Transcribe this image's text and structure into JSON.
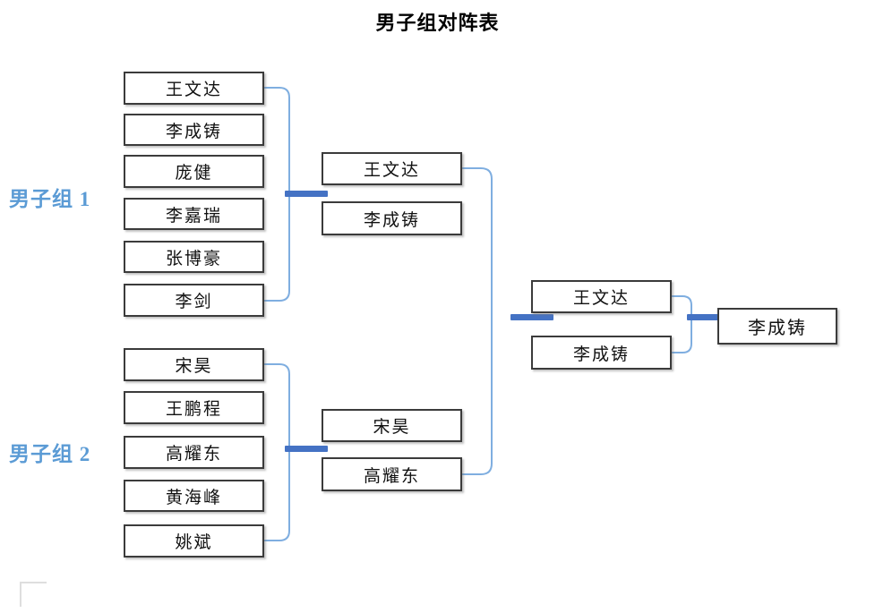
{
  "title": "男子组对阵表",
  "colors": {
    "group_label": "#5B9BD5",
    "connector_thin": "#7FAEE0",
    "connector_joint": "#4472C4",
    "box_border": "#3B3B3B",
    "background": "#FFFFFF"
  },
  "groups": [
    {
      "label": "男子组 1"
    },
    {
      "label": "男子组 2"
    }
  ],
  "chart_data": {
    "type": "bracket",
    "title": "男子组对阵表",
    "rounds": [
      {
        "name": "round-1",
        "entries": [
          "王文达",
          "李成铸",
          "庞健",
          "李嘉瑞",
          "张博豪",
          "李剑",
          "宋昊",
          "王鹏程",
          "高耀东",
          "黄海峰",
          "姚斌"
        ]
      },
      {
        "name": "round-2",
        "entries": [
          "王文达",
          "李成铸",
          "宋昊",
          "高耀东"
        ]
      },
      {
        "name": "round-3",
        "entries": [
          "王文达",
          "李成铸"
        ]
      },
      {
        "name": "final",
        "entries": [
          "李成铸"
        ]
      }
    ]
  },
  "round1": {
    "group1": [
      {
        "name": "王文达"
      },
      {
        "name": "李成铸"
      },
      {
        "name": "庞健"
      },
      {
        "name": "李嘉瑞"
      },
      {
        "name": "张博豪"
      },
      {
        "name": "李剑"
      }
    ],
    "group2": [
      {
        "name": "宋昊"
      },
      {
        "name": "王鹏程"
      },
      {
        "name": "高耀东"
      },
      {
        "name": "黄海峰"
      },
      {
        "name": "姚斌"
      }
    ]
  },
  "round2": {
    "top": [
      {
        "name": "王文达"
      },
      {
        "name": "李成铸"
      }
    ],
    "bottom": [
      {
        "name": "宋昊"
      },
      {
        "name": "高耀东"
      }
    ]
  },
  "round3": [
    {
      "name": "王文达"
    },
    {
      "name": "李成铸"
    }
  ],
  "final": {
    "name": "李成铸"
  }
}
